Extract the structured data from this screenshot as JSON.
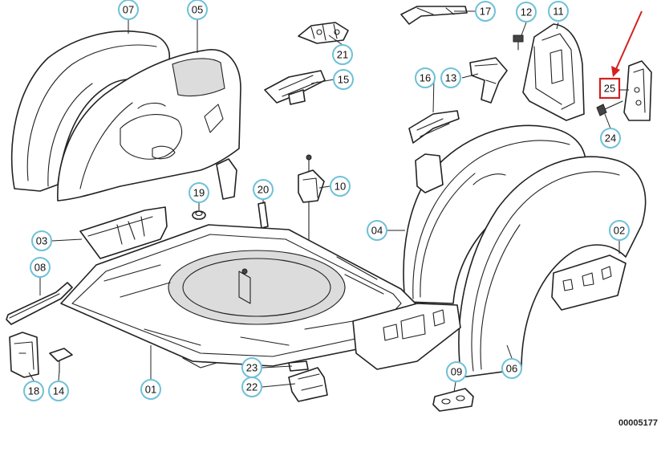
{
  "diagram": {
    "document_number": "00005177",
    "highlighted_part": "25",
    "highlight_color": "#d42020",
    "callout_color": "#6ec1d8",
    "callouts": [
      "07",
      "05",
      "21",
      "15",
      "17",
      "12",
      "11",
      "16",
      "13",
      "24",
      "19",
      "20",
      "10",
      "03",
      "08",
      "04",
      "02",
      "01",
      "23",
      "22",
      "09",
      "06",
      "18",
      "14"
    ]
  }
}
